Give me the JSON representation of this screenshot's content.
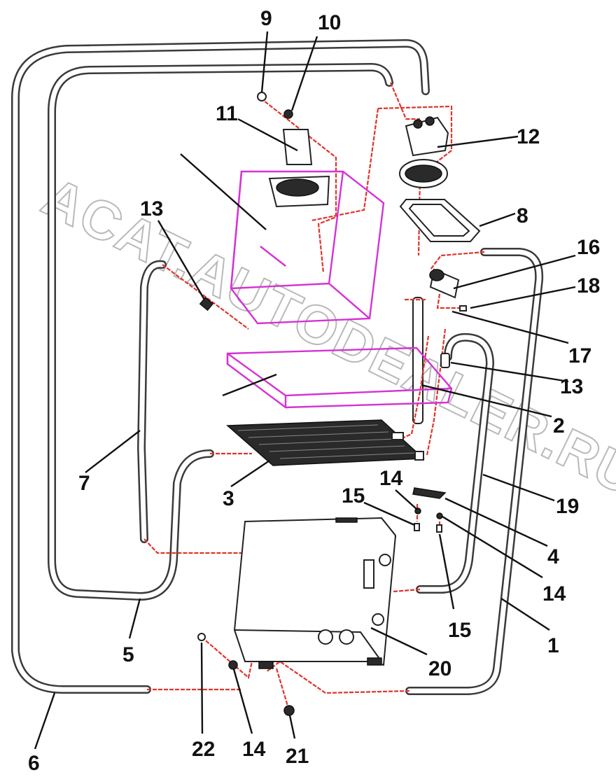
{
  "watermark": "ACAT.AUTODEALER.RU",
  "colors": {
    "hose": "#3a3a3a",
    "connection_line": "#e0342b",
    "outline": "#d433d4",
    "callout_text": "#111111"
  },
  "callouts": [
    {
      "id": "c9",
      "label": "9"
    },
    {
      "id": "c10",
      "label": "10"
    },
    {
      "id": "c11",
      "label": "11"
    },
    {
      "id": "c12",
      "label": "12"
    },
    {
      "id": "c8",
      "label": "8"
    },
    {
      "id": "c13a",
      "label": "13"
    },
    {
      "id": "c16",
      "label": "16"
    },
    {
      "id": "c18",
      "label": "18"
    },
    {
      "id": "c17",
      "label": "17"
    },
    {
      "id": "c13b",
      "label": "13"
    },
    {
      "id": "c2",
      "label": "2"
    },
    {
      "id": "c7",
      "label": "7"
    },
    {
      "id": "c3",
      "label": "3"
    },
    {
      "id": "c14a",
      "label": "14"
    },
    {
      "id": "c15a",
      "label": "15"
    },
    {
      "id": "c19",
      "label": "19"
    },
    {
      "id": "c4",
      "label": "4"
    },
    {
      "id": "c14b",
      "label": "14"
    },
    {
      "id": "c15b",
      "label": "15"
    },
    {
      "id": "c1",
      "label": "1"
    },
    {
      "id": "c5",
      "label": "5"
    },
    {
      "id": "c20",
      "label": "20"
    },
    {
      "id": "c22",
      "label": "22"
    },
    {
      "id": "c14c",
      "label": "14"
    },
    {
      "id": "c21",
      "label": "21"
    },
    {
      "id": "c6",
      "label": "6"
    }
  ]
}
